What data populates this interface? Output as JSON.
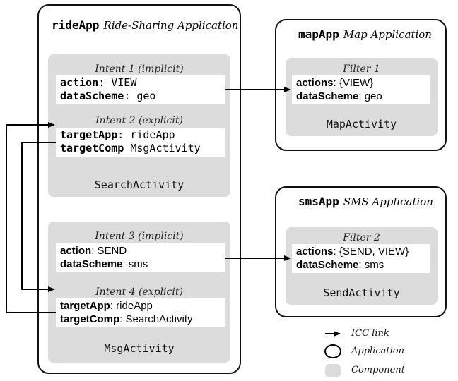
{
  "apps": {
    "ride": {
      "name": "rideApp",
      "description": "Ride-Sharing Application"
    },
    "map": {
      "name": "mapApp",
      "description": "Map Application"
    },
    "sms": {
      "name": "smsApp",
      "description": "SMS Application"
    }
  },
  "components": {
    "search": {
      "name": "SearchActivity"
    },
    "msg": {
      "name": "MsgActivity"
    },
    "map": {
      "name": "MapActivity"
    },
    "send": {
      "name": "SendActivity"
    }
  },
  "intents": {
    "i1": {
      "title": "Intent 1 (implicit)",
      "rows": [
        {
          "key": "action",
          "sep": ":",
          "value": " VIEW"
        },
        {
          "key": "dataScheme",
          "sep": ":",
          "value": " geo"
        }
      ]
    },
    "i2": {
      "title": "Intent 2 (explicit)",
      "rows": [
        {
          "key": "targetApp",
          "sep": ":",
          "value": " rideApp"
        },
        {
          "key": "targetComp",
          "sep": "",
          "value": " MsgActivity"
        }
      ]
    },
    "i3": {
      "title": "Intent 3 (implicit)",
      "rows": [
        {
          "key": "action",
          "sep": ":",
          "value": " SEND"
        },
        {
          "key": "dataScheme",
          "sep": ":",
          "value": " sms"
        }
      ]
    },
    "i4": {
      "title": "Intent 4 (explicit)",
      "rows": [
        {
          "key": "targetApp",
          "sep": ":",
          "value": " rideApp"
        },
        {
          "key": "targetComp",
          "sep": ":",
          "value": " SearchActivity"
        }
      ]
    }
  },
  "filters": {
    "f1": {
      "title": "Filter 1",
      "rows": [
        {
          "key": "actions",
          "sep": ":",
          "value": " {VIEW}"
        },
        {
          "key": "dataScheme",
          "sep": ":",
          "value": " geo"
        }
      ]
    },
    "f2": {
      "title": "Filter 2",
      "rows": [
        {
          "key": "actions",
          "sep": ":",
          "value": " {SEND, VIEW}"
        },
        {
          "key": "dataScheme",
          "sep": ":",
          "value": " sms"
        }
      ]
    }
  },
  "legend": {
    "icc_link": "ICC link",
    "application": "Application",
    "component": "Component"
  }
}
